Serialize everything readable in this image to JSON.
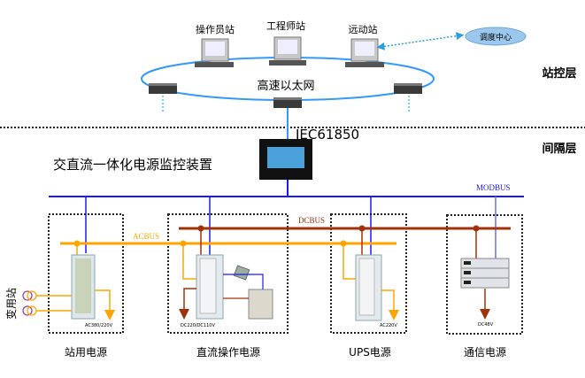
{
  "station_layer": {
    "label": "站控层",
    "workstations": [
      "操作员站",
      "工程师站",
      "远动站"
    ],
    "dispatch_center": "调度中心",
    "network": "高速以太网"
  },
  "bay_layer": {
    "label": "间隔层",
    "protocol": "IEC61850",
    "monitor_device": "交直流一体化电源监控装置"
  },
  "buses": {
    "modbus": "MODBUS",
    "acbus": "ACBUS",
    "dcbus": "DCBUS"
  },
  "substation_label": "变用站",
  "power_units": [
    {
      "label": "站用电源",
      "output": "AC380/220V"
    },
    {
      "label": "直流操作电源",
      "output": "DC220/DC110V"
    },
    {
      "label": "UPS电源",
      "output": "AC220V"
    },
    {
      "label": "通信电源",
      "output": "DC48V"
    }
  ],
  "colors": {
    "modbus": "#1a1aff",
    "acbus": "#ffa500",
    "dcbus": "#a0320a",
    "ethernet": "#3399ff",
    "dispatch": "#9cc8ee"
  }
}
